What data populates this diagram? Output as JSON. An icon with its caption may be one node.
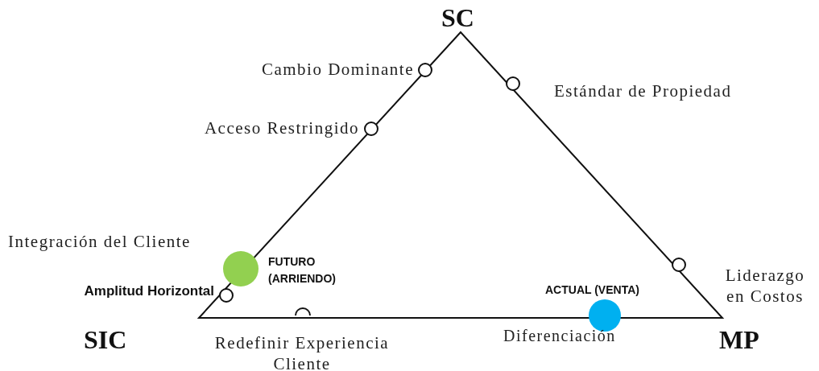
{
  "diagram": {
    "nodes": [
      {
        "text": [],
        "shape": "circle",
        "beside": [
          "Cambio Dominante"
        ]
      },
      {
        "text": [],
        "shape": "circle",
        "beside": [
          "Estándar de Propiedad"
        ]
      },
      {
        "text": [],
        "shape": "circle",
        "beside": [
          "Acceso Restringido"
        ]
      },
      {
        "text": [],
        "shape": "circle",
        "beside": [
          "FUTURO (ARRIENDO)"
        ]
      },
      {
        "text": [],
        "shape": "circle",
        "beside": [
          "Liderazgo en Costos"
        ]
      },
      {
        "text": [],
        "shape": "circle",
        "beside": [
          "Amplitud Horizontal"
        ]
      },
      {
        "text": [],
        "shape": "circle",
        "beside": [
          "Redefinir Experiencia Cliente"
        ]
      },
      {
        "text": [],
        "shape": "circle",
        "beside": [
          "ACTUAL (VENTA)"
        ]
      }
    ],
    "labels": [
      "SC",
      "Integración del Cliente",
      "SIC",
      "Diferenciación",
      "MP"
    ]
  }
}
